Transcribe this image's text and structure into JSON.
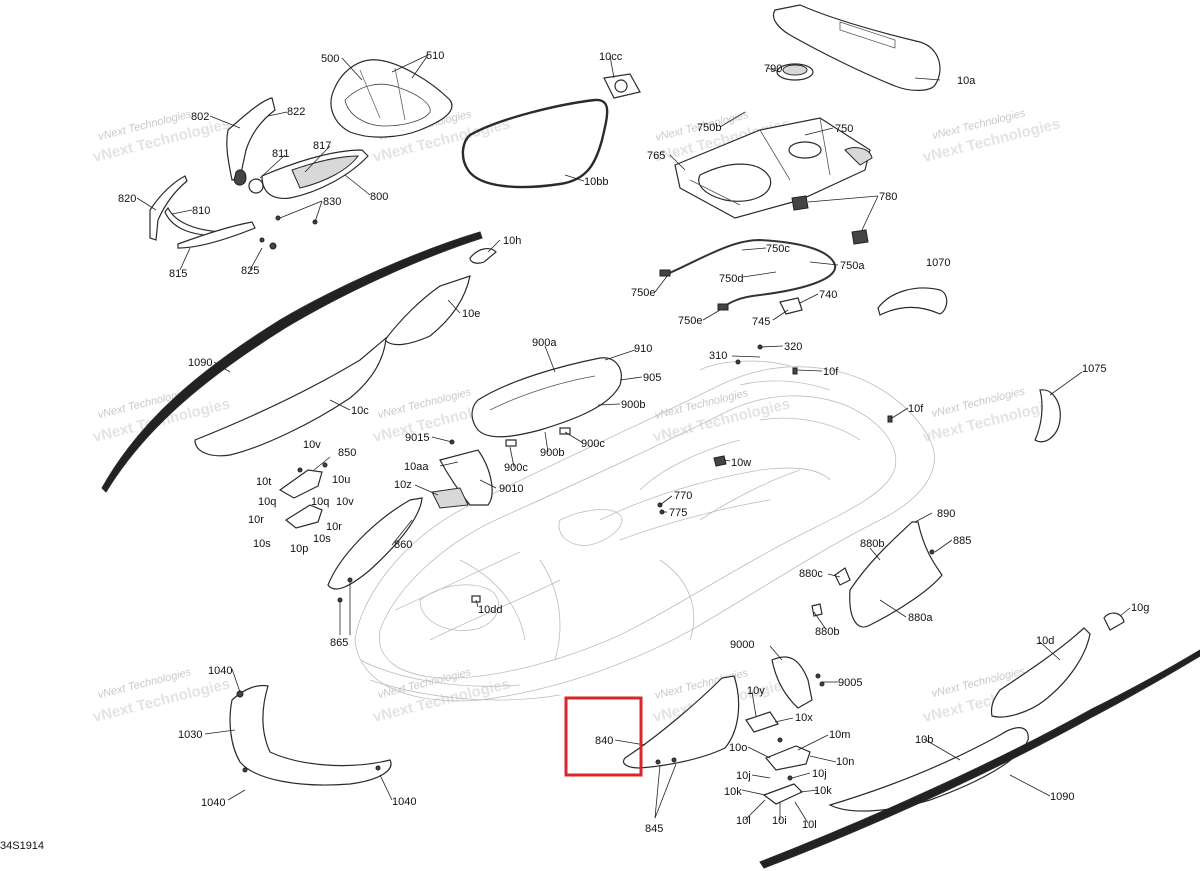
{
  "drawing_number": "34S1914",
  "watermark": "vNext Technologies",
  "highlight": {
    "label": "840",
    "color": "#d9262b"
  },
  "callouts": [
    "500",
    "510",
    "10cc",
    "790",
    "10a",
    "802",
    "822",
    "811",
    "817",
    "800",
    "820",
    "810",
    "830",
    "815",
    "825",
    "10bb",
    "750b",
    "750",
    "765",
    "780",
    "750c",
    "750a",
    "750d",
    "750e",
    "740",
    "745",
    "750e",
    "1070",
    "10h",
    "10e",
    "1090",
    "10c",
    "900a",
    "910",
    "905",
    "900b",
    "900c",
    "900b",
    "900c",
    "310",
    "320",
    "10f",
    "10f",
    "1075",
    "9015",
    "10v",
    "850",
    "10aa",
    "9010",
    "10t",
    "10u",
    "10q",
    "10q",
    "10v",
    "10z",
    "10r",
    "10r",
    "10s",
    "10p",
    "10s",
    "860",
    "10w",
    "770",
    "775",
    "890",
    "880b",
    "885",
    "880c",
    "880a",
    "880b",
    "865",
    "10dd",
    "10g",
    "10d",
    "9000",
    "9005",
    "10y",
    "10x",
    "10m",
    "10o",
    "10n",
    "1040",
    "1030",
    "1040",
    "1040",
    "840",
    "10j",
    "10j",
    "10k",
    "10k",
    "10b",
    "1090",
    "10l",
    "10i",
    "10l",
    "845"
  ],
  "colors": {
    "ink": "#111111",
    "watermark": "#c9c9c9"
  }
}
